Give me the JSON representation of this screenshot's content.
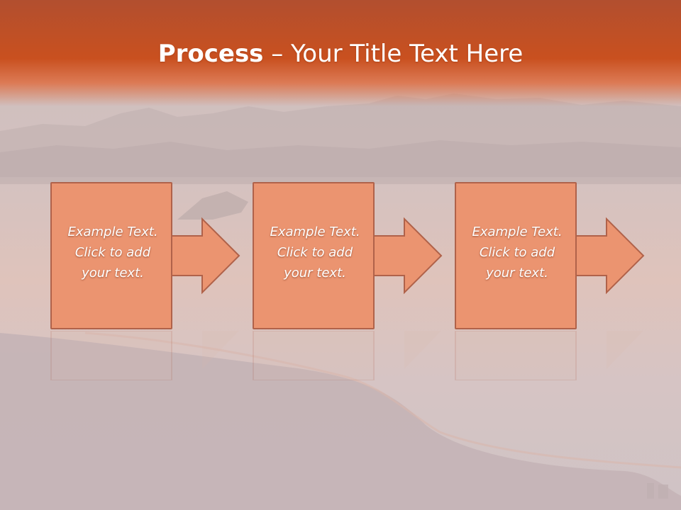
{
  "slide": {
    "title_bold": "Process",
    "title_rest": " – Your Title Text Here",
    "steps": [
      {
        "text": "Example Text.\nClick  to add\nyour text."
      },
      {
        "text": "Example Text.\nClick  to add\nyour text."
      },
      {
        "text": "Example Text.\nClick  to add\nyour text."
      }
    ]
  },
  "colors": {
    "title_band": "#c9501f",
    "box_fill": "#eb9470",
    "box_border": "#b0624a",
    "text": "#ffffff"
  }
}
